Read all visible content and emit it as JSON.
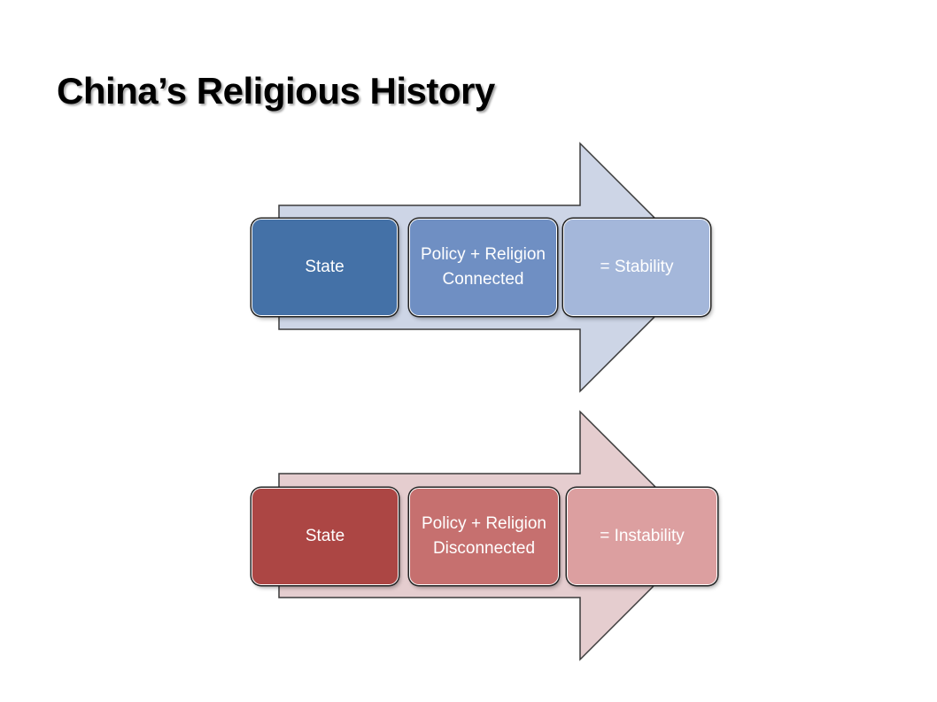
{
  "title": "China’s Religious History",
  "colors": {
    "top_arrow": "#cdd5e6",
    "top_box_1": "#4471a7",
    "top_box_2": "#6f8fc3",
    "top_box_3": "#a4b7da",
    "bottom_arrow": "#e5cdcf",
    "bottom_box_1": "#ac4644",
    "bottom_box_2": "#c6706f",
    "bottom_box_3": "#dc9fa0"
  },
  "diagrams": [
    {
      "boxes": [
        "State",
        "Policy + Religion Connected",
        "= Stability"
      ]
    },
    {
      "boxes": [
        "State",
        "Policy + Religion Disconnected",
        "= Instability"
      ]
    }
  ]
}
